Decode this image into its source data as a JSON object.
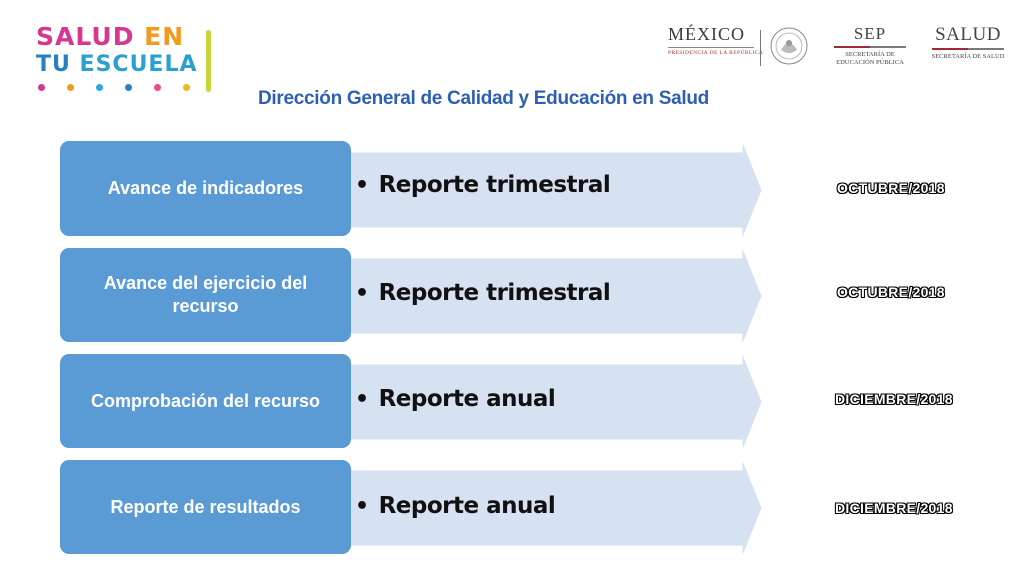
{
  "brand": {
    "logo_line1_a": "SALUD",
    "logo_line1_b": "EN",
    "logo_line2_a": "TU",
    "logo_line2_b": "ESCUELA",
    "dot_colors": [
      "#d6388f",
      "#f39a1e",
      "#2aa7df",
      "#2a7fc0",
      "#e94c8a",
      "#f3b51e"
    ]
  },
  "gov_logos": {
    "mexico_word": "MÉXICO",
    "mexico_sub": "PRESIDENCIA DE LA REPÚBLICA",
    "sep_word": "SEP",
    "sep_sub1": "SECRETARÍA DE",
    "sep_sub2": "EDUCACIÓN PÚBLICA",
    "salud_word": "SALUD",
    "salud_sub": "SECRETARÍA DE SALUD"
  },
  "title": "Dirección General de Calidad y Educación en Salud",
  "rows": [
    {
      "label": "Avance de indicadores",
      "report": "Reporte trimestral",
      "date": "OCTUBRE/2018"
    },
    {
      "label": "Avance del ejercicio del recurso",
      "report": "Reporte trimestral",
      "date": "OCTUBRE/2018"
    },
    {
      "label": "Comprobación del recurso",
      "report": "Reporte anual",
      "date": "DICIEMBRE/2018"
    },
    {
      "label": "Reporte de resultados",
      "report": "Reporte anual",
      "date": "DICIEMBRE/2018"
    }
  ],
  "colors": {
    "label_box": "#5b9bd5",
    "arrow_fill": "#d6e1f1",
    "title": "#2f5fb3"
  }
}
